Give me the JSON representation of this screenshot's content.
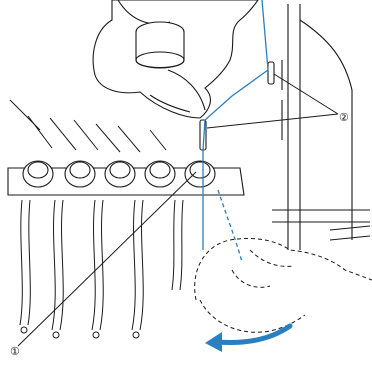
{
  "callouts": [
    {
      "id": "1",
      "label": "①"
    },
    {
      "id": "2",
      "label": "②"
    }
  ],
  "colors": {
    "ink": "#1a1a1a",
    "thread": "#2a7fc0",
    "arrow": "#2a7fc0",
    "background": "#ffffff",
    "hand_fill": "#ffffff"
  },
  "icons": [
    "hands-illustration",
    "thread-guide-pin",
    "tension-knob",
    "curved-arrow-icon"
  ]
}
